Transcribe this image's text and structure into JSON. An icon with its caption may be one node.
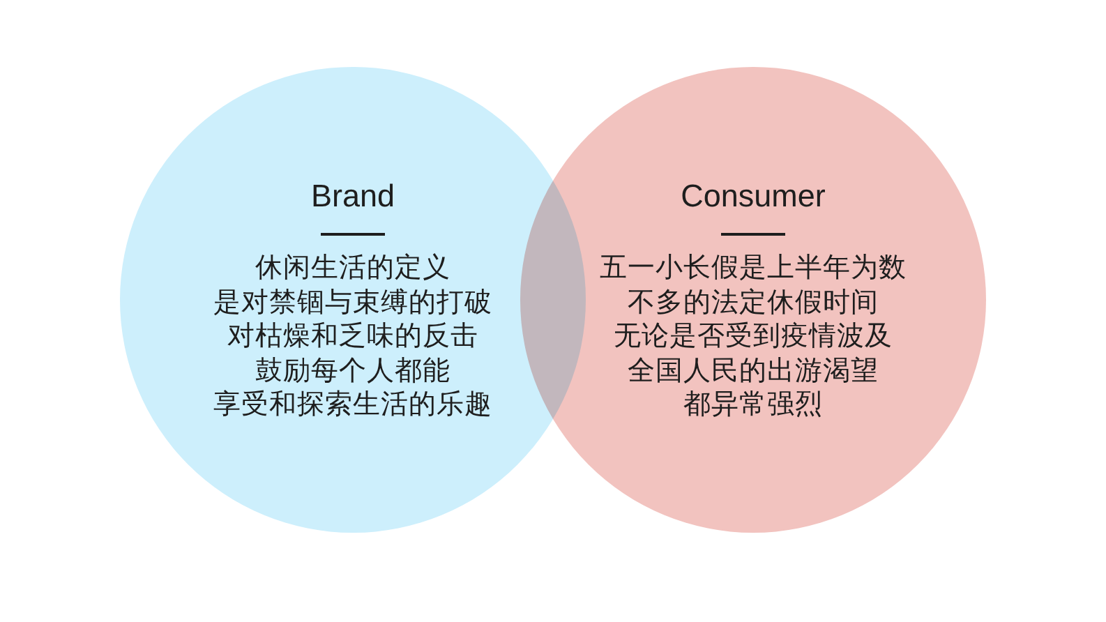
{
  "diagram": {
    "nodes": [
      {
        "text": [
          "Brand",
          "休闲生活的定义是对禁锢与束缚的打破对枯燥和乏味的反击鼓励每个人都能享受和探索生活的乐趣"
        ]
      },
      {
        "text": [
          "Consumer",
          "五一小长假是上半年为数不多的法定休假时间无论是否受到疫情波及全国人民的出游渴望都异常强烈"
        ]
      }
    ]
  }
}
